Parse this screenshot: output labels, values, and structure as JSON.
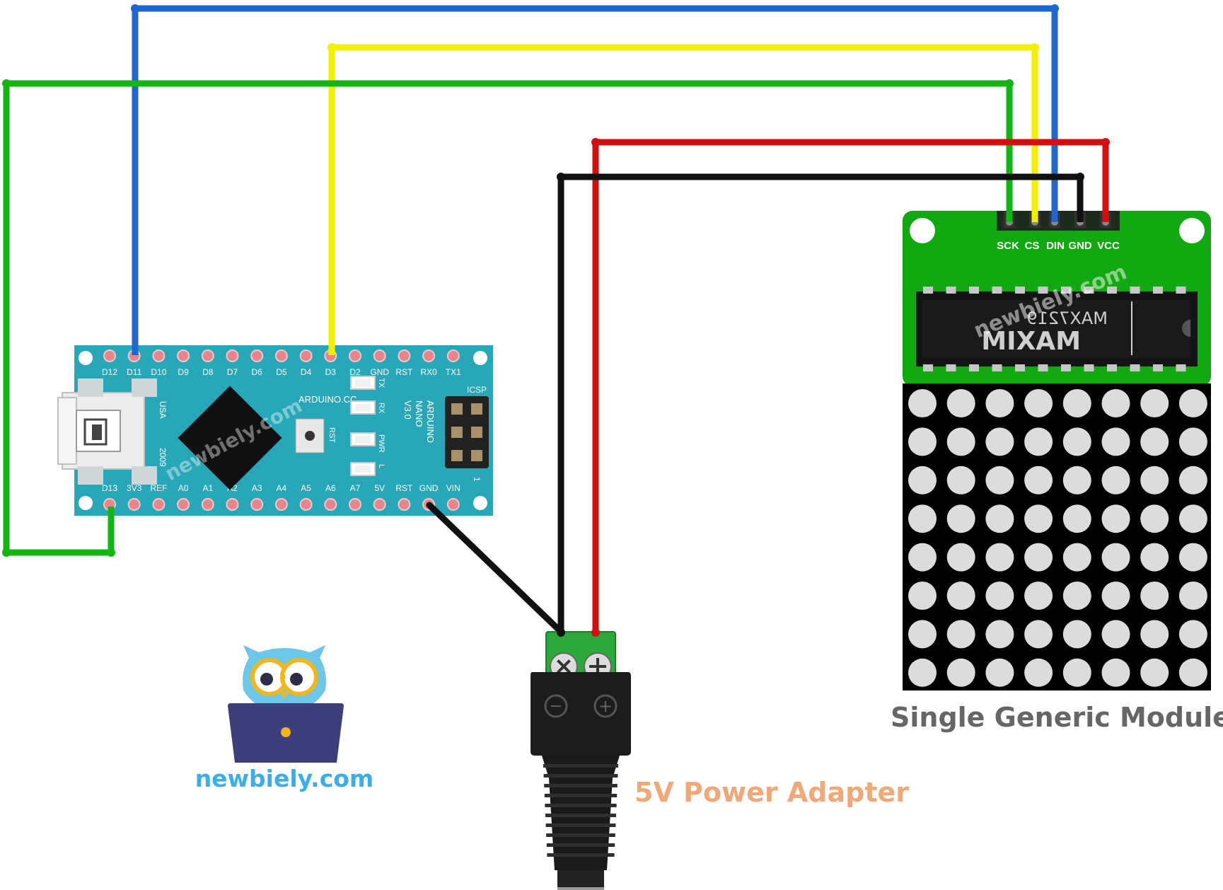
{
  "nano": {
    "top_pins": [
      "D12",
      "D11",
      "D10",
      "D9",
      "D8",
      "D7",
      "D6",
      "D5",
      "D4",
      "D3",
      "D2",
      "GND",
      "RST",
      "RX0",
      "TX1"
    ],
    "bottom_pins": [
      "D13",
      "3V3",
      "REF",
      "A0",
      "A1",
      "A2",
      "A3",
      "A4",
      "A5",
      "A6",
      "A7",
      "5V",
      "RST",
      "GND",
      "VIN"
    ],
    "led_labels": [
      "TX",
      "RX",
      "PWR",
      "L"
    ],
    "usa_text": "USA",
    "year_text": "2009",
    "brand_text": "ARDUINO.CC",
    "rst_text": "RST",
    "icsp_text": "ICSP",
    "model_text": [
      "ARDUINO",
      "NANO",
      "V3.0"
    ],
    "icsp_pin1": "1",
    "watermark": "newbiely.com"
  },
  "module": {
    "pins": [
      "SCK",
      "CS",
      "DIN",
      "GND",
      "VCC"
    ],
    "chip_text": "MAX7219",
    "brand_text": "MAXIM",
    "watermark": "newbiely.com",
    "matrix_rows": 8,
    "matrix_cols": 8,
    "caption": "Single Generic Module"
  },
  "adapter": {
    "caption": "5V Power Adapter",
    "minus_symbol": "−",
    "plus_symbol": "+"
  },
  "logo": {
    "text": "newbiely.com"
  },
  "wires": [
    {
      "name": "wire-din-blue",
      "color": "#1f66d0",
      "from": "D11",
      "to": "DIN"
    },
    {
      "name": "wire-cs-yellow",
      "color": "#f2f000",
      "from": "D3",
      "to": "CS"
    },
    {
      "name": "wire-sck-green",
      "color": "#12b512",
      "from": "D13",
      "to": "SCK"
    },
    {
      "name": "wire-vcc-red",
      "color": "#d21010",
      "from": "adapter +",
      "to": "VCC"
    },
    {
      "name": "wire-gnd-black-module",
      "color": "#111111",
      "from": "adapter −",
      "to": "GND"
    },
    {
      "name": "wire-gnd-black-nano",
      "color": "#111111",
      "from": "GND",
      "to": "adapter −"
    }
  ],
  "colors": {
    "nano_board": "#27a7b7",
    "module_board": "#12a812",
    "caption_module": "#666666",
    "caption_adapter": "#f0a878",
    "logo_text": "#3aaee8"
  }
}
